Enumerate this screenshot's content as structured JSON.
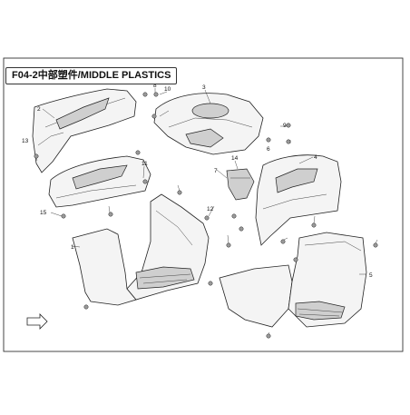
{
  "diagram": {
    "title": "F04-2中部塑件/MIDDLE PLASTICS",
    "callouts": [
      "1",
      "2",
      "3",
      "4",
      "5",
      "6",
      "7",
      "8",
      "9",
      "10",
      "11",
      "12",
      "13",
      "14",
      "15"
    ]
  }
}
